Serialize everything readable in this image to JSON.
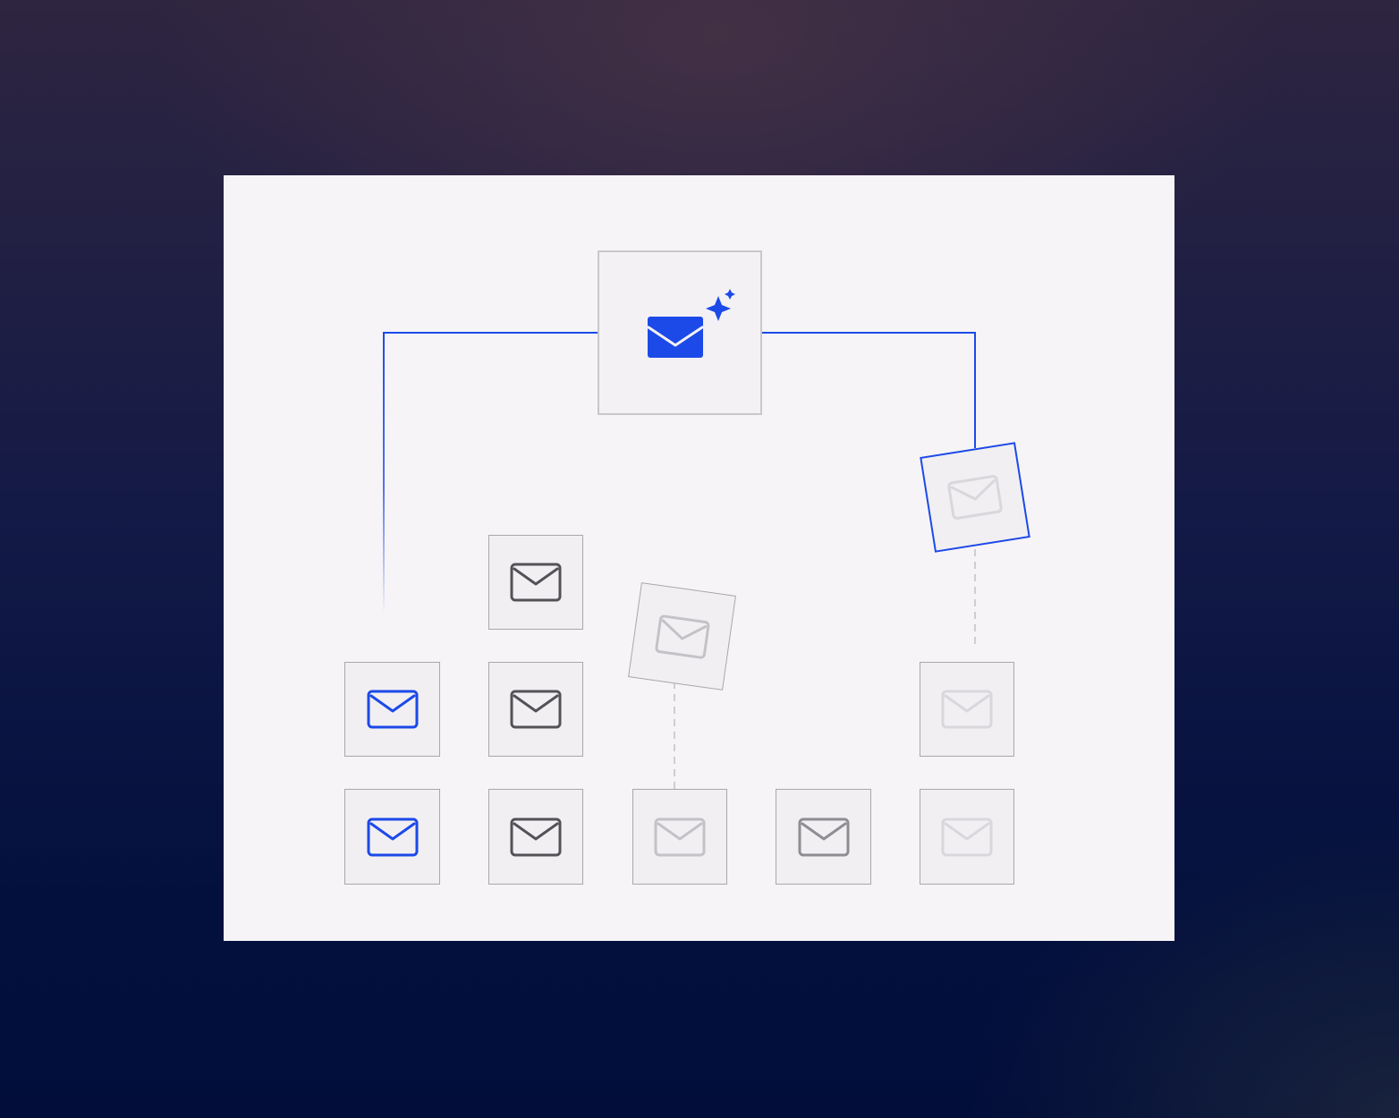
{
  "diagram": {
    "colors": {
      "accent": "#1c4ae8",
      "dark_icon": "#545257",
      "medium_icon": "#8f8d92",
      "light_icon": "#c4c2c7",
      "faint_icon": "#d9d7dc",
      "tile_fill": "#f1eff2",
      "tile_border": "#a9a7ab",
      "card_background": "#f6f4f7"
    },
    "hub": {
      "icon": "mail-sparkle-icon"
    },
    "tiles": [
      {
        "icon": "mail-icon",
        "tone": "dark"
      },
      {
        "icon": "mail-icon",
        "tone": "accent"
      },
      {
        "icon": "mail-icon",
        "tone": "dark"
      },
      {
        "icon": "mail-icon",
        "tone": "faint"
      },
      {
        "icon": "mail-icon",
        "tone": "accent"
      },
      {
        "icon": "mail-icon",
        "tone": "dark"
      },
      {
        "icon": "mail-icon",
        "tone": "light"
      },
      {
        "icon": "mail-icon",
        "tone": "medium"
      },
      {
        "icon": "mail-icon",
        "tone": "faint"
      },
      {
        "icon": "mail-icon",
        "tone": "light",
        "state": "moving"
      },
      {
        "icon": "mail-icon",
        "tone": "faint",
        "state": "selected"
      }
    ]
  }
}
